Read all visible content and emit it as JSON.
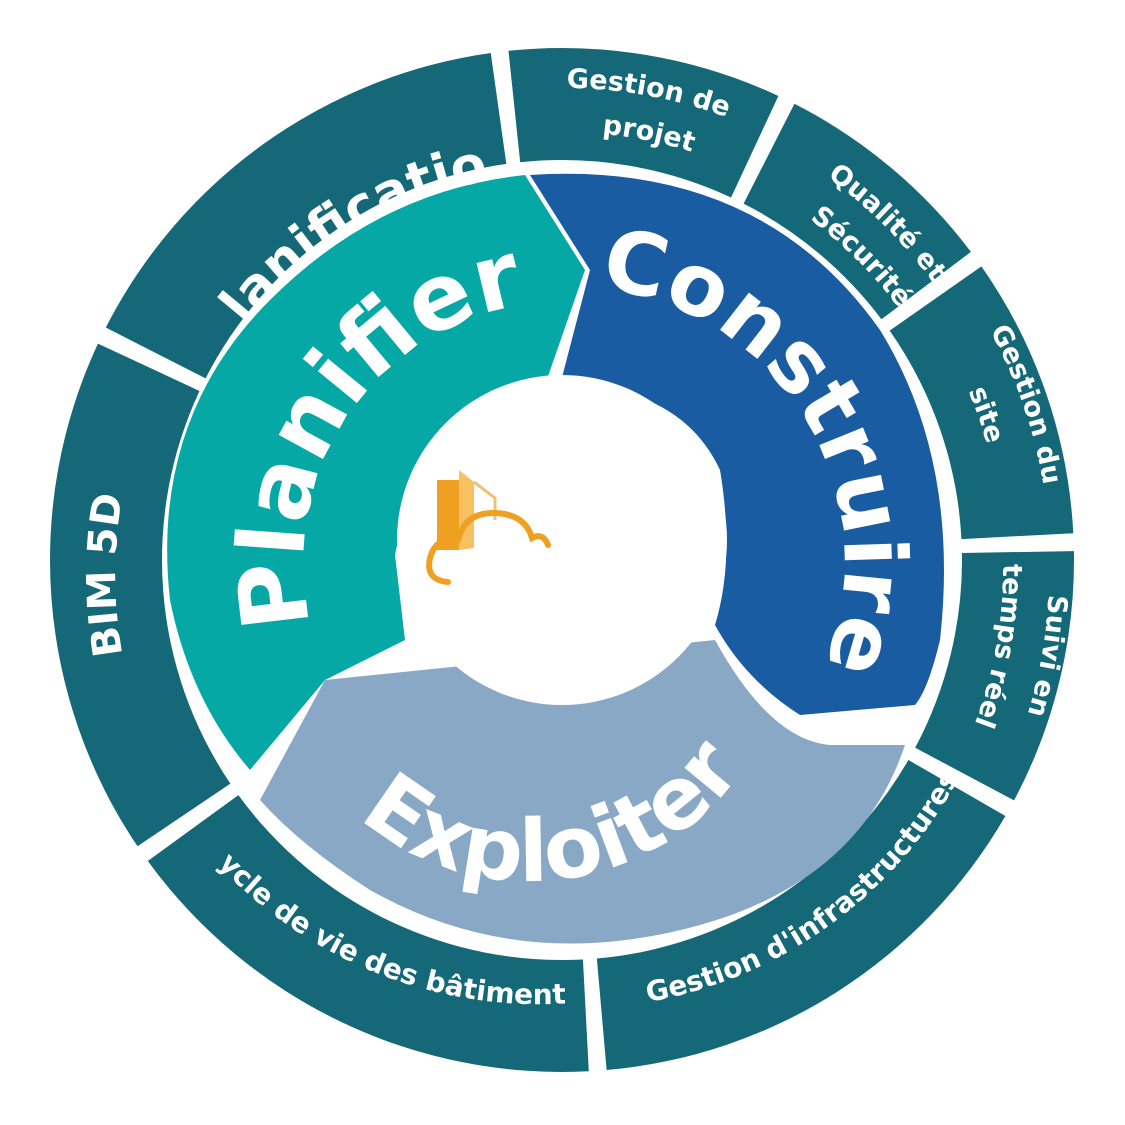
{
  "colors": {
    "outer_ring": "#156877",
    "planifier": "#06a8a6",
    "construire": "#1a5ca2",
    "exploiter": "#88a8c6",
    "logo_orange": "#f0a020",
    "background": "#ffffff",
    "text": "#ffffff"
  },
  "inner_phases": {
    "planifier": "Planifier",
    "construire": "Construire",
    "exploiter": "Exploiter"
  },
  "outer_segments": {
    "planification": "Planification",
    "gestion_projet": [
      "Gestion de",
      "projet"
    ],
    "qualite_securite": [
      "Qualité et",
      "Sécurité"
    ],
    "gestion_site": [
      "Gestion du",
      "site"
    ],
    "suivi_temps_reel": [
      "Suivi en",
      "temps réel"
    ],
    "gestion_infrastructures": "Gestion d'infrastructures",
    "cycle_vie": "Cycle de vie des bâtiments",
    "bim_5d": "BIM 5D"
  },
  "center_logo": {
    "icon": "building-cloud-logo"
  }
}
